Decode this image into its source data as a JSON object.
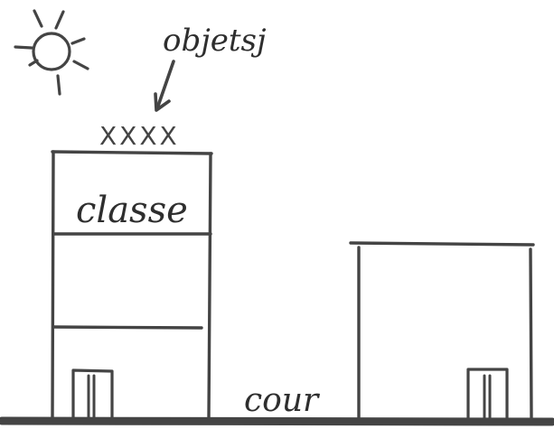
{
  "labels": {
    "objects": "objetsj",
    "objects_marks": "XXXX",
    "classroom": "classe",
    "courtyard": "cour"
  },
  "colors": {
    "ink": "#444444",
    "text": "#2e2e2e",
    "background": "#ffffff"
  },
  "icons": [
    "sun-icon",
    "arrow-down-icon"
  ]
}
